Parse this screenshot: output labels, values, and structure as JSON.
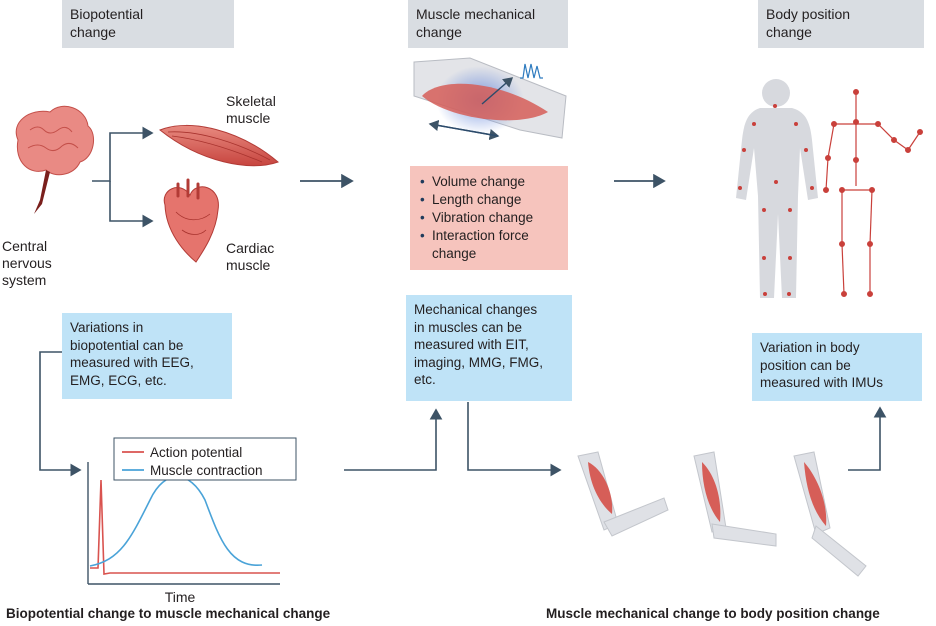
{
  "headers": {
    "biopotential": "Biopotential\nchange",
    "muscle_mechanical": "Muscle mechanical\nchange",
    "body_position": "Body position\nchange"
  },
  "labels": {
    "skeletal_muscle": "Skeletal\nmuscle",
    "cardiac_muscle": "Cardiac\nmuscle",
    "cns": "Central\nnervous\nsystem"
  },
  "changes_list": [
    "Volume change",
    "Length change",
    "Vibration change",
    "Interaction force\nchange"
  ],
  "info_boxes": {
    "biopotential": "Variations in\nbiopotential can be\nmeasured with EEG,\nEMG, ECG, etc.",
    "mechanical": "Mechanical changes\nin muscles can be\nmeasured with EIT,\nimaging, MMG, FMG,\netc.",
    "body_position": "Variation in body\nposition can be\nmeasured with IMUs"
  },
  "chart": {
    "xlabel": "Time",
    "legend": [
      "Action potential",
      "Muscle contraction"
    ]
  },
  "chart_data": {
    "type": "line",
    "xlabel": "Time",
    "ylabel": "",
    "series": [
      {
        "name": "Action potential",
        "color": "#d9534f"
      },
      {
        "name": "Muscle contraction",
        "color": "#4aa3d8"
      }
    ]
  },
  "captions": {
    "left": "Biopotential change to muscle mechanical change",
    "right": "Muscle mechanical change to body position change"
  },
  "colors": {
    "header_bg": "#d9dde2",
    "blue_box": "#bfe3f7",
    "pink_box": "#f6c4bd",
    "muscle_red": "#d95a5a",
    "arrow": "#3d5366"
  }
}
